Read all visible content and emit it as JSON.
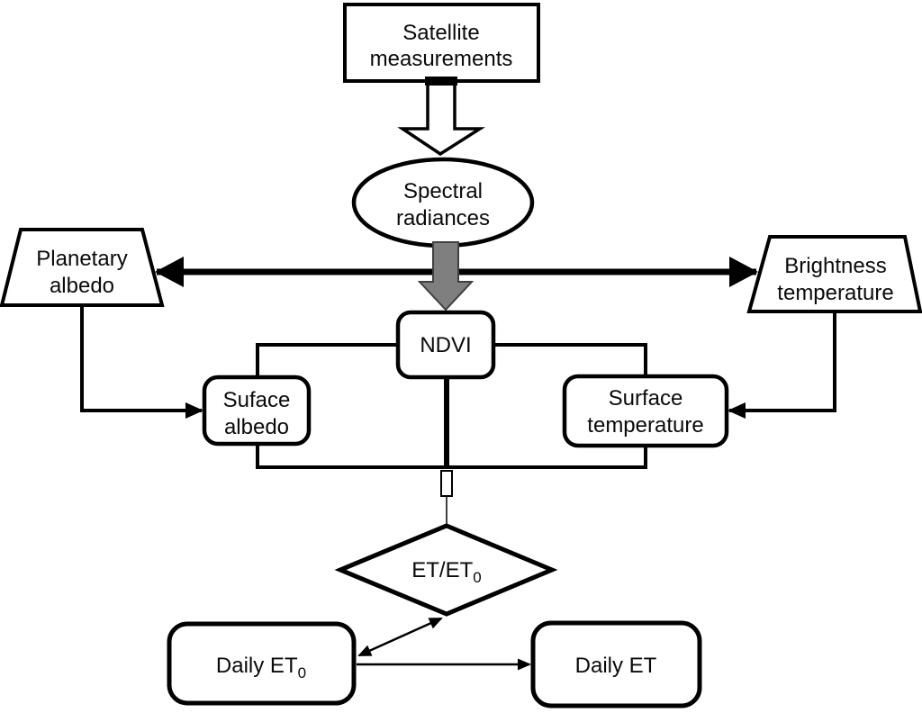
{
  "diagram": {
    "background": "#ffffff",
    "line_color": "#000000",
    "gray_arrow_fill": "#7f7f7f",
    "gray_arrow_stroke": "#404040",
    "nodes": {
      "satellite_measurements": {
        "shape": "rectangle",
        "line1": "Satellite",
        "line2": "measurements"
      },
      "spectral_radiances": {
        "shape": "ellipse",
        "line1": "Spectral",
        "line2": "radiances"
      },
      "planetary_albedo": {
        "shape": "trapezoid",
        "line1": "Planetary",
        "line2": "albedo"
      },
      "brightness_temperature": {
        "shape": "trapezoid",
        "line1": "Brightness",
        "line2": "temperature"
      },
      "ndvi": {
        "shape": "rounded-rectangle",
        "label": "NDVI"
      },
      "surface_albedo": {
        "shape": "rounded-rectangle",
        "line1": "Suface",
        "line2": "albedo"
      },
      "surface_temperature": {
        "shape": "rounded-rectangle",
        "line1": "Surface",
        "line2": "temperature"
      },
      "et_ratio": {
        "shape": "diamond",
        "label": "ET/ET",
        "subscript": "0"
      },
      "daily_et0": {
        "shape": "rounded-rectangle",
        "label": "Daily ET",
        "subscript": "0"
      },
      "daily_et": {
        "shape": "rounded-rectangle",
        "label": "Daily ET"
      }
    },
    "edges": [
      {
        "from": "satellite_measurements",
        "to": "spectral_radiances",
        "style": "hollow-block-arrow"
      },
      {
        "from": "spectral_radiances",
        "to": "planetary_albedo",
        "style": "thick-arrow-left"
      },
      {
        "from": "spectral_radiances",
        "to": "brightness_temperature",
        "style": "thick-arrow-right"
      },
      {
        "from": "spectral_radiances",
        "to": "ndvi",
        "style": "gray-block-arrow"
      },
      {
        "from": "planetary_albedo",
        "to": "surface_albedo",
        "style": "arrow"
      },
      {
        "from": "brightness_temperature",
        "to": "surface_temperature",
        "style": "arrow"
      },
      {
        "from": "ndvi",
        "to": "et_ratio",
        "style": "line-through-junction"
      },
      {
        "from": "surface_albedo",
        "to": "et_ratio",
        "style": "line-through-junction"
      },
      {
        "from": "surface_temperature",
        "to": "et_ratio",
        "style": "line-through-junction"
      },
      {
        "from": "et_ratio",
        "to": "daily_et0",
        "style": "double-headed-arrow"
      },
      {
        "from": "daily_et0",
        "to": "daily_et",
        "style": "arrow"
      }
    ]
  }
}
